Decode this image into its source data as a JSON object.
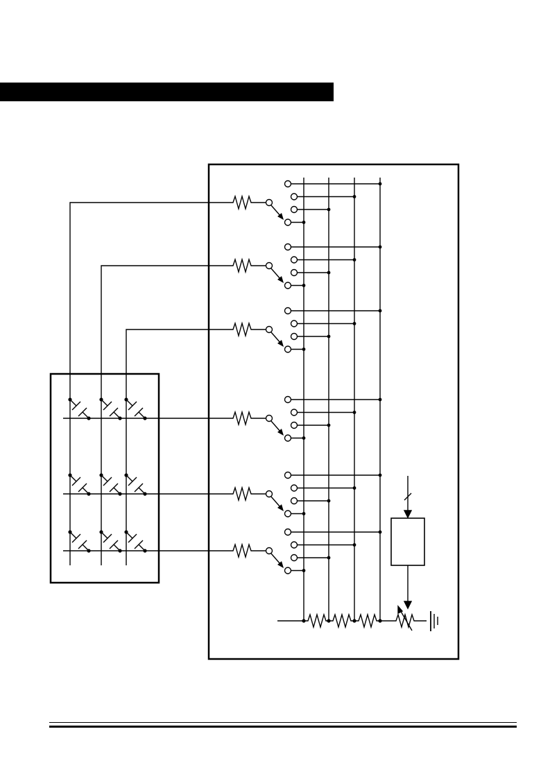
{
  "diagram": {
    "keypad_rows": 3,
    "keypad_columns": 3,
    "input_channels": 6,
    "mux_positions_per_channel": 4,
    "ladder_resistors": 3,
    "colors": {
      "ink": "#000000",
      "background": "#ffffff"
    }
  }
}
